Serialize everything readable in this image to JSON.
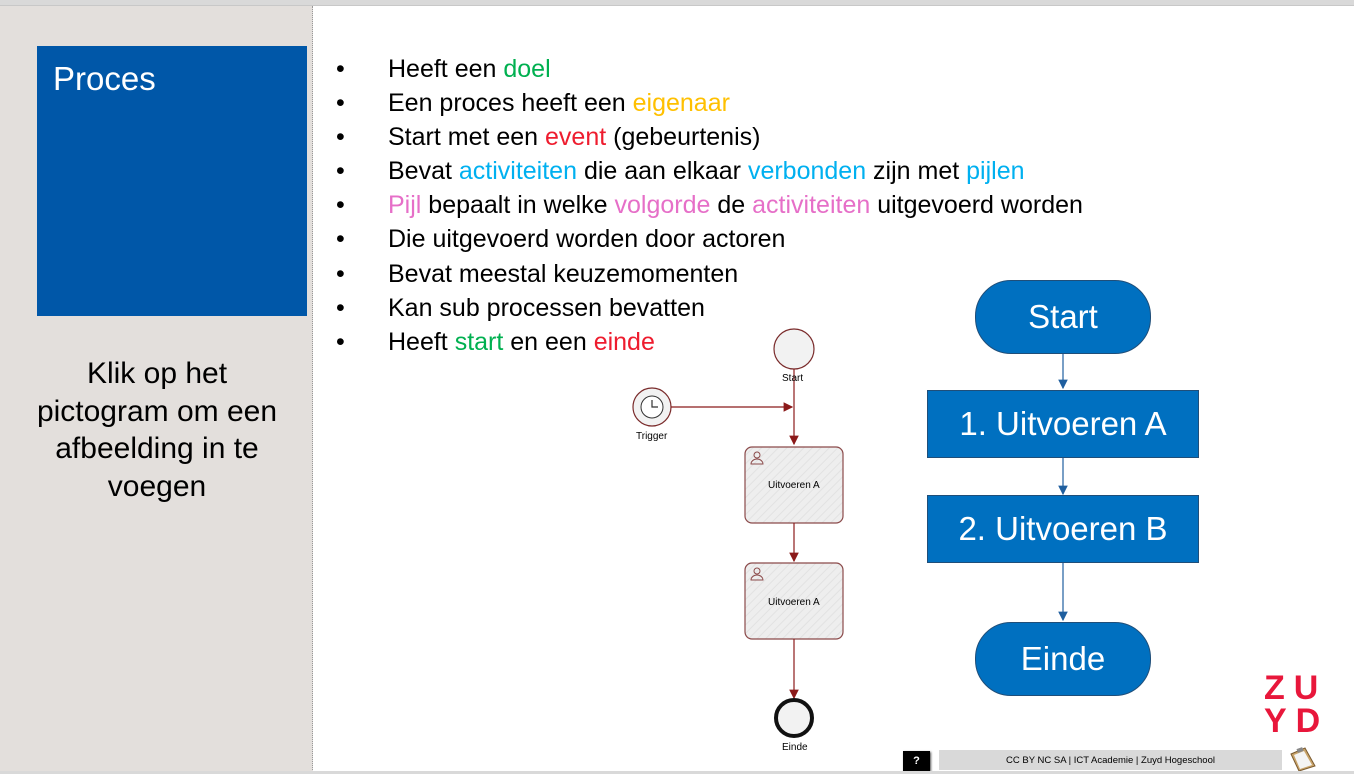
{
  "slide": {
    "title": "Proces",
    "placeholder_text": "Klik op het pictogram om een afbeelding in te voegen",
    "bullets": [
      {
        "parts": [
          {
            "t": "Heeft een "
          },
          {
            "t": "doel",
            "c": "g"
          }
        ]
      },
      {
        "parts": [
          {
            "t": "Een proces heeft een "
          },
          {
            "t": "eigenaar",
            "c": "o"
          }
        ]
      },
      {
        "parts": [
          {
            "t": "Start met een "
          },
          {
            "t": "event",
            "c": "r"
          },
          {
            "t": " (gebeurtenis)"
          }
        ]
      },
      {
        "parts": [
          {
            "t": "Bevat "
          },
          {
            "t": "activiteiten",
            "c": "c"
          },
          {
            "t": " die aan elkaar "
          },
          {
            "t": "verbonden",
            "c": "c"
          },
          {
            "t": " zijn met "
          },
          {
            "t": "pijlen",
            "c": "c"
          }
        ]
      },
      {
        "parts": [
          {
            "t": "Pijl",
            "c": "p"
          },
          {
            "t": " bepaalt in welke "
          },
          {
            "t": "volgorde",
            "c": "p"
          },
          {
            "t": " de "
          },
          {
            "t": "activiteiten",
            "c": "p"
          },
          {
            "t": " uitgevoerd worden"
          }
        ]
      },
      {
        "parts": [
          {
            "t": "Die uitgevoerd worden door actoren"
          }
        ]
      },
      {
        "parts": [
          {
            "t": "Bevat meestal keuzemomenten"
          }
        ]
      },
      {
        "parts": [
          {
            "t": "Kan sub processen bevatten"
          }
        ]
      },
      {
        "parts": [
          {
            "t": "Heeft "
          },
          {
            "t": "start",
            "c": "g"
          },
          {
            "t": " en een "
          },
          {
            "t": "einde",
            "c": "r"
          }
        ]
      }
    ]
  },
  "bpmn": {
    "start": "Start",
    "trigger": "Trigger",
    "task1": "Uitvoeren A",
    "task2": "Uitvoeren A",
    "end": "Einde"
  },
  "flowchart": {
    "start": "Start",
    "step1": "1. Uitvoeren A",
    "step2": "2. Uitvoeren B",
    "end": "Einde"
  },
  "logo": {
    "line1": "ZU",
    "line2": "YD"
  },
  "footer": {
    "help": "?",
    "license": "CC BY NC SA | ICT Academie | Zuyd Hogeschool"
  },
  "colors": {
    "title_bg": "#0057a8",
    "flow_blue": "#0070c0",
    "bpmn_line": "#8b1a1a",
    "logo_red": "#e8173b"
  }
}
